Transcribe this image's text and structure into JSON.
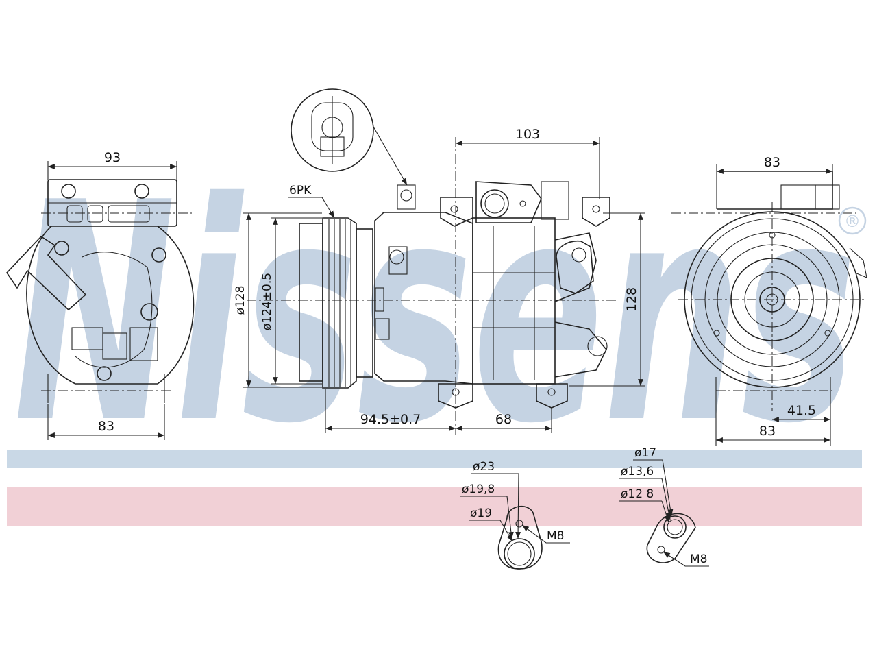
{
  "brand": {
    "watermark": "Nissens",
    "registered_mark": "®",
    "watermark_color": "#c5d3e3",
    "band_top_color": "#c9d8e6",
    "band_bottom_color": "#f1d0d6"
  },
  "views": {
    "left": {
      "width_top": "93",
      "width_bottom": "83"
    },
    "side": {
      "pulley_type": "6PK",
      "pulley_diameter": "ø128",
      "pulley_groove_diameter": "ø124±0.5",
      "top_length": "103",
      "bottom_length_a": "94.5±0.7",
      "bottom_length_b": "68",
      "height": "128"
    },
    "right": {
      "width_top": "83",
      "width_bottom": "83",
      "offset": "41.5"
    }
  },
  "fittings": {
    "suction": {
      "d1": "ø23",
      "d2": "ø19,8",
      "d3": "ø19",
      "thread": "M8"
    },
    "discharge": {
      "d1": "ø17",
      "d2": "ø13,6",
      "d3": "ø12 8",
      "thread": "M8"
    }
  }
}
